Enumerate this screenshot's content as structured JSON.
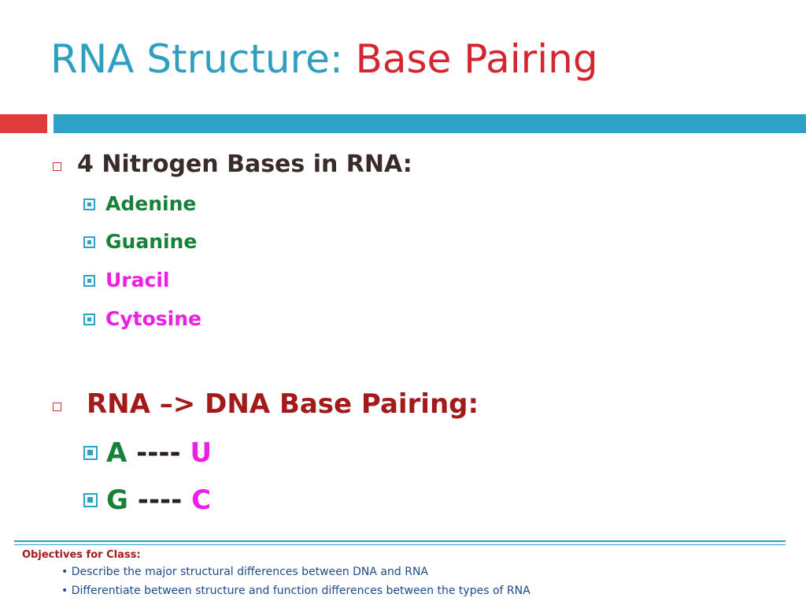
{
  "title": {
    "part1": "RNA Structure:",
    "part2": "Base Pairing"
  },
  "section1": {
    "heading": "4 Nitrogen Bases in RNA:",
    "bases": [
      "Adenine",
      "Guanine",
      "Uracil",
      "Cytosine"
    ]
  },
  "section2": {
    "heading": "RNA –> DNA Base Pairing:",
    "pairs": [
      {
        "left": "A",
        "dashes": "----",
        "right": "U"
      },
      {
        "left": "G",
        "dashes": "----",
        "right": "C"
      }
    ]
  },
  "footer": {
    "heading": "Objectives for Class:",
    "items": [
      "• Describe the major structural differences between DNA and RNA",
      "• Differentiate between structure and function differences between the types of RNA"
    ]
  },
  "colors": {
    "title_blue": "#2e9ec1",
    "title_red": "#d32630",
    "green": "#17813a",
    "magenta": "#ee1ee6",
    "dark_red": "#a31a1a",
    "accent_blue": "#2ea2c4"
  }
}
